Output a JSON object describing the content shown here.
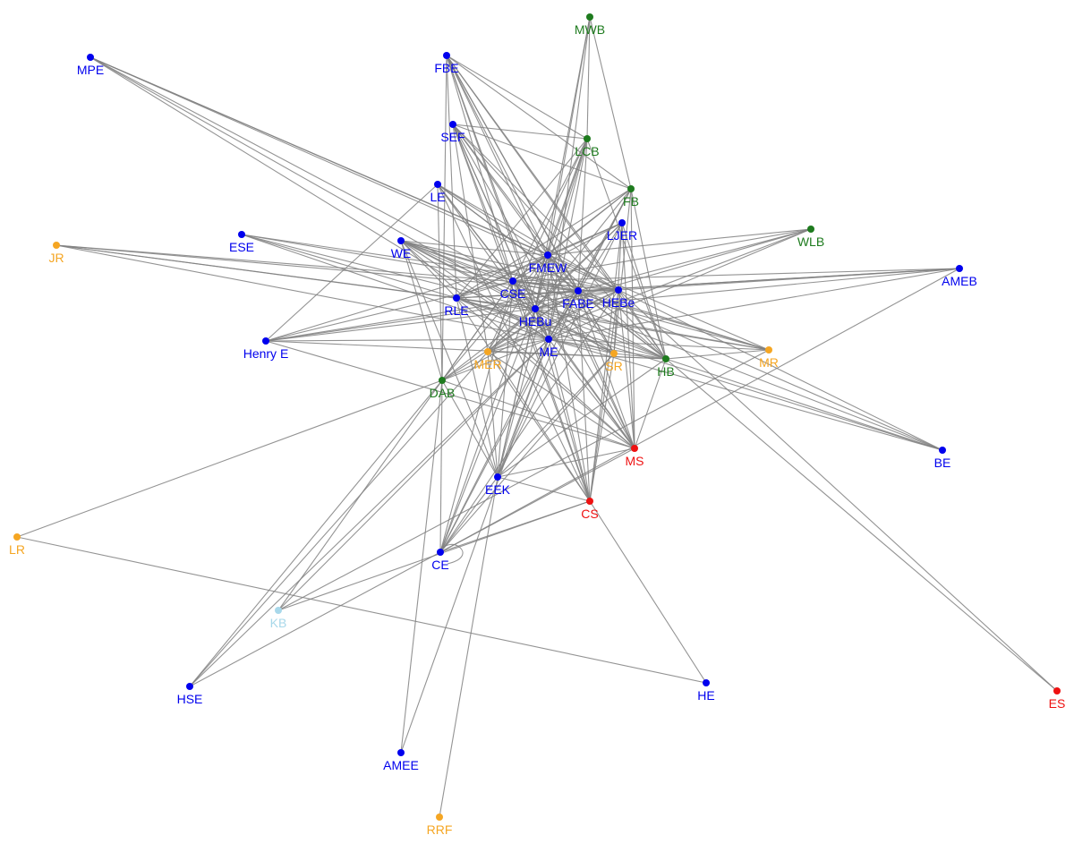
{
  "colors": {
    "blue": "#0000ee",
    "green": "#1e7b1e",
    "orange": "#f5a623",
    "red": "#ee1111",
    "lightblue": "#a8d8ea",
    "edge": "#808080"
  },
  "nodes": [
    {
      "id": "MWB",
      "label": "MWB",
      "color": "green"
    },
    {
      "id": "MPE",
      "label": "MPE",
      "color": "blue"
    },
    {
      "id": "FBE",
      "label": "FBE",
      "color": "blue"
    },
    {
      "id": "SEF",
      "label": "SEF",
      "color": "blue"
    },
    {
      "id": "LCB",
      "label": "LCB",
      "color": "green"
    },
    {
      "id": "LE",
      "label": "LE",
      "color": "blue"
    },
    {
      "id": "FB",
      "label": "FB",
      "color": "green"
    },
    {
      "id": "LJER",
      "label": "LJER",
      "color": "blue"
    },
    {
      "id": "WLB",
      "label": "WLB",
      "color": "green"
    },
    {
      "id": "ESE",
      "label": "ESE",
      "color": "blue"
    },
    {
      "id": "JR",
      "label": "JR",
      "color": "orange"
    },
    {
      "id": "WE",
      "label": "WE",
      "color": "blue"
    },
    {
      "id": "FMEW",
      "label": "FMEW",
      "color": "blue"
    },
    {
      "id": "AMEB",
      "label": "AMEB",
      "color": "blue"
    },
    {
      "id": "CSE",
      "label": "CSE",
      "color": "blue"
    },
    {
      "id": "FABE",
      "label": "FABE",
      "color": "blue"
    },
    {
      "id": "HEBe",
      "label": "HEBe",
      "color": "blue"
    },
    {
      "id": "RLE",
      "label": "RLE",
      "color": "blue"
    },
    {
      "id": "HEBu",
      "label": "HEBu",
      "color": "blue"
    },
    {
      "id": "HenryE",
      "label": "Henry E",
      "color": "blue"
    },
    {
      "id": "ME",
      "label": "ME",
      "color": "blue"
    },
    {
      "id": "MER",
      "label": "MER",
      "color": "orange"
    },
    {
      "id": "SR",
      "label": "SR",
      "color": "orange"
    },
    {
      "id": "MR",
      "label": "MR",
      "color": "orange"
    },
    {
      "id": "HB",
      "label": "HB",
      "color": "green"
    },
    {
      "id": "DAB",
      "label": "DAB",
      "color": "green"
    },
    {
      "id": "MS",
      "label": "MS",
      "color": "red"
    },
    {
      "id": "BE",
      "label": "BE",
      "color": "blue"
    },
    {
      "id": "EEK",
      "label": "EEK",
      "color": "blue"
    },
    {
      "id": "CS",
      "label": "CS",
      "color": "red"
    },
    {
      "id": "LR",
      "label": "LR",
      "color": "orange"
    },
    {
      "id": "CE",
      "label": "CE",
      "color": "blue"
    },
    {
      "id": "KB",
      "label": "KB",
      "color": "lightblue"
    },
    {
      "id": "HSE",
      "label": "HSE",
      "color": "blue"
    },
    {
      "id": "HE",
      "label": "HE",
      "color": "blue"
    },
    {
      "id": "ES",
      "label": "ES",
      "color": "red"
    },
    {
      "id": "AMEE",
      "label": "AMEE",
      "color": "blue"
    },
    {
      "id": "RRF",
      "label": "RRF",
      "color": "orange"
    }
  ],
  "edges": [
    [
      "MPE",
      "FMEW"
    ],
    [
      "MPE",
      "HEBu"
    ],
    [
      "MPE",
      "HEBe"
    ],
    [
      "MPE",
      "ME"
    ],
    [
      "MPE",
      "CSE"
    ],
    [
      "MPE",
      "MR"
    ],
    [
      "FBE",
      "FMEW"
    ],
    [
      "FBE",
      "CSE"
    ],
    [
      "FBE",
      "FABE"
    ],
    [
      "FBE",
      "HEBe"
    ],
    [
      "FBE",
      "HEBu"
    ],
    [
      "FBE",
      "ME"
    ],
    [
      "FBE",
      "HB"
    ],
    [
      "FBE",
      "FB"
    ],
    [
      "FBE",
      "RLE"
    ],
    [
      "FBE",
      "DAB"
    ],
    [
      "FBE",
      "MS"
    ],
    [
      "FBE",
      "SR"
    ],
    [
      "FBE",
      "LCB"
    ],
    [
      "SEF",
      "FMEW"
    ],
    [
      "SEF",
      "CSE"
    ],
    [
      "SEF",
      "FABE"
    ],
    [
      "SEF",
      "HEBe"
    ],
    [
      "SEF",
      "HEBu"
    ],
    [
      "SEF",
      "ME"
    ],
    [
      "SEF",
      "HB"
    ],
    [
      "SEF",
      "LCB"
    ],
    [
      "SEF",
      "FB"
    ],
    [
      "SEF",
      "MS"
    ],
    [
      "SEF",
      "CS"
    ],
    [
      "SEF",
      "MER"
    ],
    [
      "MWB",
      "LCB"
    ],
    [
      "MWB",
      "FB"
    ],
    [
      "MWB",
      "FMEW"
    ],
    [
      "MWB",
      "HEBu"
    ],
    [
      "MWB",
      "ME"
    ],
    [
      "LCB",
      "FMEW"
    ],
    [
      "LCB",
      "CSE"
    ],
    [
      "LCB",
      "HEBu"
    ],
    [
      "LCB",
      "ME"
    ],
    [
      "LCB",
      "RLE"
    ],
    [
      "LCB",
      "FABE"
    ],
    [
      "LCB",
      "HB"
    ],
    [
      "LCB",
      "MER"
    ],
    [
      "LCB",
      "EEK"
    ],
    [
      "LCB",
      "CE"
    ],
    [
      "LE",
      "FMEW"
    ],
    [
      "LE",
      "CSE"
    ],
    [
      "LE",
      "HEBu"
    ],
    [
      "LE",
      "ME"
    ],
    [
      "LE",
      "FABE"
    ],
    [
      "LE",
      "HEBe"
    ],
    [
      "LE",
      "DAB"
    ],
    [
      "LE",
      "HenryE"
    ],
    [
      "LE",
      "CS"
    ],
    [
      "LE",
      "HB"
    ],
    [
      "FB",
      "FMEW"
    ],
    [
      "FB",
      "CSE"
    ],
    [
      "FB",
      "FABE"
    ],
    [
      "FB",
      "HEBu"
    ],
    [
      "FB",
      "ME"
    ],
    [
      "FB",
      "RLE"
    ],
    [
      "FB",
      "MS"
    ],
    [
      "FB",
      "HB"
    ],
    [
      "FB",
      "SR"
    ],
    [
      "FB",
      "CE"
    ],
    [
      "LJER",
      "FMEW"
    ],
    [
      "LJER",
      "CSE"
    ],
    [
      "LJER",
      "HEBu"
    ],
    [
      "LJER",
      "ME"
    ],
    [
      "LJER",
      "RLE"
    ],
    [
      "LJER",
      "MS"
    ],
    [
      "LJER",
      "MER"
    ],
    [
      "LJER",
      "SR"
    ],
    [
      "LJER",
      "HB"
    ],
    [
      "LJER",
      "EEK"
    ],
    [
      "LJER",
      "CS"
    ],
    [
      "WLB",
      "FMEW"
    ],
    [
      "WLB",
      "FABE"
    ],
    [
      "WLB",
      "CSE"
    ],
    [
      "WLB",
      "ME"
    ],
    [
      "WLB",
      "MER"
    ],
    [
      "WLB",
      "HEBu"
    ],
    [
      "ESE",
      "RLE"
    ],
    [
      "ESE",
      "FABE"
    ],
    [
      "ESE",
      "HEBe"
    ],
    [
      "ESE",
      "HEBu"
    ],
    [
      "ESE",
      "ME"
    ],
    [
      "JR",
      "RLE"
    ],
    [
      "JR",
      "FABE"
    ],
    [
      "JR",
      "HEBu"
    ],
    [
      "JR",
      "ME"
    ],
    [
      "JR",
      "HEBe"
    ],
    [
      "WE",
      "FMEW"
    ],
    [
      "WE",
      "CSE"
    ],
    [
      "WE",
      "FABE"
    ],
    [
      "WE",
      "HEBe"
    ],
    [
      "WE",
      "HEBu"
    ],
    [
      "WE",
      "ME"
    ],
    [
      "WE",
      "RLE"
    ],
    [
      "WE",
      "HB"
    ],
    [
      "WE",
      "MS"
    ],
    [
      "WE",
      "SR"
    ],
    [
      "WE",
      "DAB"
    ],
    [
      "WE",
      "MR"
    ],
    [
      "WE",
      "BE"
    ],
    [
      "WE",
      "EEK"
    ],
    [
      "AMEB",
      "CSE"
    ],
    [
      "AMEB",
      "FABE"
    ],
    [
      "AMEB",
      "HEBu"
    ],
    [
      "AMEB",
      "ME"
    ],
    [
      "AMEB",
      "RLE"
    ],
    [
      "AMEB",
      "HEBe"
    ],
    [
      "AMEB",
      "CE"
    ],
    [
      "RLE",
      "FMEW"
    ],
    [
      "RLE",
      "CSE"
    ],
    [
      "RLE",
      "FABE"
    ],
    [
      "RLE",
      "HEBe"
    ],
    [
      "RLE",
      "HEBu"
    ],
    [
      "RLE",
      "ME"
    ],
    [
      "RLE",
      "HB"
    ],
    [
      "RLE",
      "MR"
    ],
    [
      "RLE",
      "BE"
    ],
    [
      "RLE",
      "MS"
    ],
    [
      "RLE",
      "CS"
    ],
    [
      "RLE",
      "SR"
    ],
    [
      "RLE",
      "EEK"
    ],
    [
      "HenryE",
      "FMEW"
    ],
    [
      "HenryE",
      "CSE"
    ],
    [
      "HenryE",
      "FABE"
    ],
    [
      "HenryE",
      "HEBu"
    ],
    [
      "HenryE",
      "ME"
    ],
    [
      "HenryE",
      "HB"
    ],
    [
      "HenryE",
      "MS"
    ],
    [
      "HenryE",
      "HEBe"
    ],
    [
      "CSE",
      "FMEW"
    ],
    [
      "CSE",
      "FABE"
    ],
    [
      "CSE",
      "HEBu"
    ],
    [
      "CSE",
      "ME"
    ],
    [
      "CSE",
      "HEBe"
    ],
    [
      "CSE",
      "HB"
    ],
    [
      "CSE",
      "MS"
    ],
    [
      "CSE",
      "CS"
    ],
    [
      "CSE",
      "EEK"
    ],
    [
      "CSE",
      "CE"
    ],
    [
      "CSE",
      "SR"
    ],
    [
      "CSE",
      "MR"
    ],
    [
      "CSE",
      "DAB"
    ],
    [
      "CSE",
      "KB"
    ],
    [
      "FMEW",
      "FABE"
    ],
    [
      "FMEW",
      "HEBu"
    ],
    [
      "FMEW",
      "ME"
    ],
    [
      "FMEW",
      "HEBe"
    ],
    [
      "FMEW",
      "HB"
    ],
    [
      "FMEW",
      "MS"
    ],
    [
      "FMEW",
      "CS"
    ],
    [
      "FMEW",
      "DAB"
    ],
    [
      "FMEW",
      "EEK"
    ],
    [
      "FMEW",
      "SR"
    ],
    [
      "FMEW",
      "MER"
    ],
    [
      "FABE",
      "HEBu"
    ],
    [
      "FABE",
      "ME"
    ],
    [
      "FABE",
      "HEBe"
    ],
    [
      "FABE",
      "HB"
    ],
    [
      "FABE",
      "MS"
    ],
    [
      "FABE",
      "CS"
    ],
    [
      "FABE",
      "DAB"
    ],
    [
      "FABE",
      "MER"
    ],
    [
      "FABE",
      "BE"
    ],
    [
      "FABE",
      "SR"
    ],
    [
      "FABE",
      "EEK"
    ],
    [
      "FABE",
      "MR"
    ],
    [
      "HEBe",
      "HEBu"
    ],
    [
      "HEBe",
      "ME"
    ],
    [
      "HEBe",
      "HB"
    ],
    [
      "HEBe",
      "MS"
    ],
    [
      "HEBe",
      "CS"
    ],
    [
      "HEBe",
      "DAB"
    ],
    [
      "HEBe",
      "MER"
    ],
    [
      "HEBe",
      "BE"
    ],
    [
      "HEBe",
      "ES"
    ],
    [
      "HEBe",
      "CE"
    ],
    [
      "HEBu",
      "ME"
    ],
    [
      "HEBu",
      "HB"
    ],
    [
      "HEBu",
      "MS"
    ],
    [
      "HEBu",
      "CS"
    ],
    [
      "HEBu",
      "DAB"
    ],
    [
      "HEBu",
      "EEK"
    ],
    [
      "HEBu",
      "CE"
    ],
    [
      "HEBu",
      "MER"
    ],
    [
      "HEBu",
      "SR"
    ],
    [
      "HEBu",
      "MR"
    ],
    [
      "ME",
      "HB"
    ],
    [
      "ME",
      "MS"
    ],
    [
      "ME",
      "CS"
    ],
    [
      "ME",
      "DAB"
    ],
    [
      "ME",
      "EEK"
    ],
    [
      "ME",
      "CE"
    ],
    [
      "ME",
      "MER"
    ],
    [
      "ME",
      "SR"
    ],
    [
      "ME",
      "MR"
    ],
    [
      "ME",
      "BE"
    ],
    [
      "ME",
      "HSE"
    ],
    [
      "ME",
      "KB"
    ],
    [
      "ME",
      "AMEE"
    ],
    [
      "MER",
      "HB"
    ],
    [
      "MER",
      "CS"
    ],
    [
      "MER",
      "EEK"
    ],
    [
      "MER",
      "HSE"
    ],
    [
      "MER",
      "MS"
    ],
    [
      "SR",
      "HB"
    ],
    [
      "SR",
      "CS"
    ],
    [
      "SR",
      "CE"
    ],
    [
      "SR",
      "EEK"
    ],
    [
      "HB",
      "MS"
    ],
    [
      "HB",
      "EEK"
    ],
    [
      "HB",
      "BE"
    ],
    [
      "HB",
      "ES"
    ],
    [
      "MR",
      "KB"
    ],
    [
      "MR",
      "HB"
    ],
    [
      "DAB",
      "LR"
    ],
    [
      "DAB",
      "HSE"
    ],
    [
      "DAB",
      "EEK"
    ],
    [
      "DAB",
      "AMEE"
    ],
    [
      "DAB",
      "MS"
    ],
    [
      "DAB",
      "CE"
    ],
    [
      "MS",
      "EEK"
    ],
    [
      "MS",
      "CE"
    ],
    [
      "EEK",
      "CS"
    ],
    [
      "EEK",
      "CE"
    ],
    [
      "EEK",
      "RRF"
    ],
    [
      "CS",
      "CE"
    ],
    [
      "CS",
      "HE"
    ],
    [
      "CS",
      "KB"
    ],
    [
      "LR",
      "HE"
    ],
    [
      "CE",
      "HSE"
    ]
  ],
  "self_loops": [
    "CE"
  ]
}
